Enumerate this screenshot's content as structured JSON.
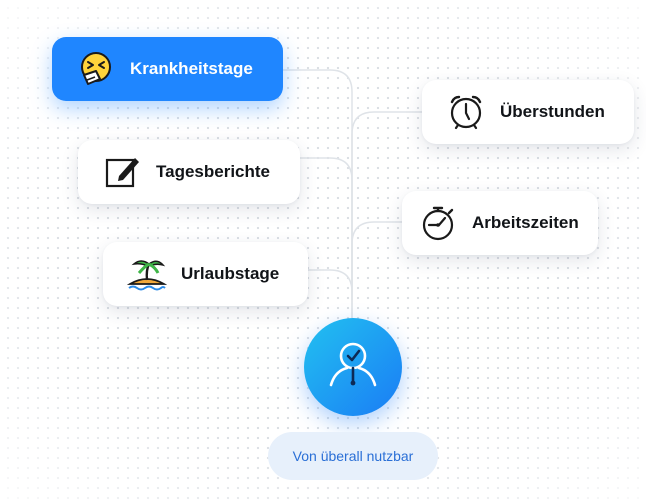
{
  "cards": {
    "krankheitstage": {
      "label": "Krankheitstage",
      "icon": "sneezing-face-icon"
    },
    "tagesberichte": {
      "label": "Tagesberichte",
      "icon": "edit-note-icon"
    },
    "urlaubstage": {
      "label": "Urlaubstage",
      "icon": "palm-island-icon"
    },
    "ueberstunden": {
      "label": "Überstunden",
      "icon": "alarm-clock-icon"
    },
    "arbeitszeiten": {
      "label": "Arbeitszeiten",
      "icon": "stopwatch-icon"
    }
  },
  "hub": {
    "icon": "user-clock-icon"
  },
  "footer": {
    "badge": "Von überall nutzbar"
  },
  "colors": {
    "accent": "#1f86ff",
    "hub_start": "#22c1f0",
    "hub_end": "#1a7cf5",
    "pill_bg": "#e7f0fb",
    "pill_text": "#2a6fd6"
  }
}
